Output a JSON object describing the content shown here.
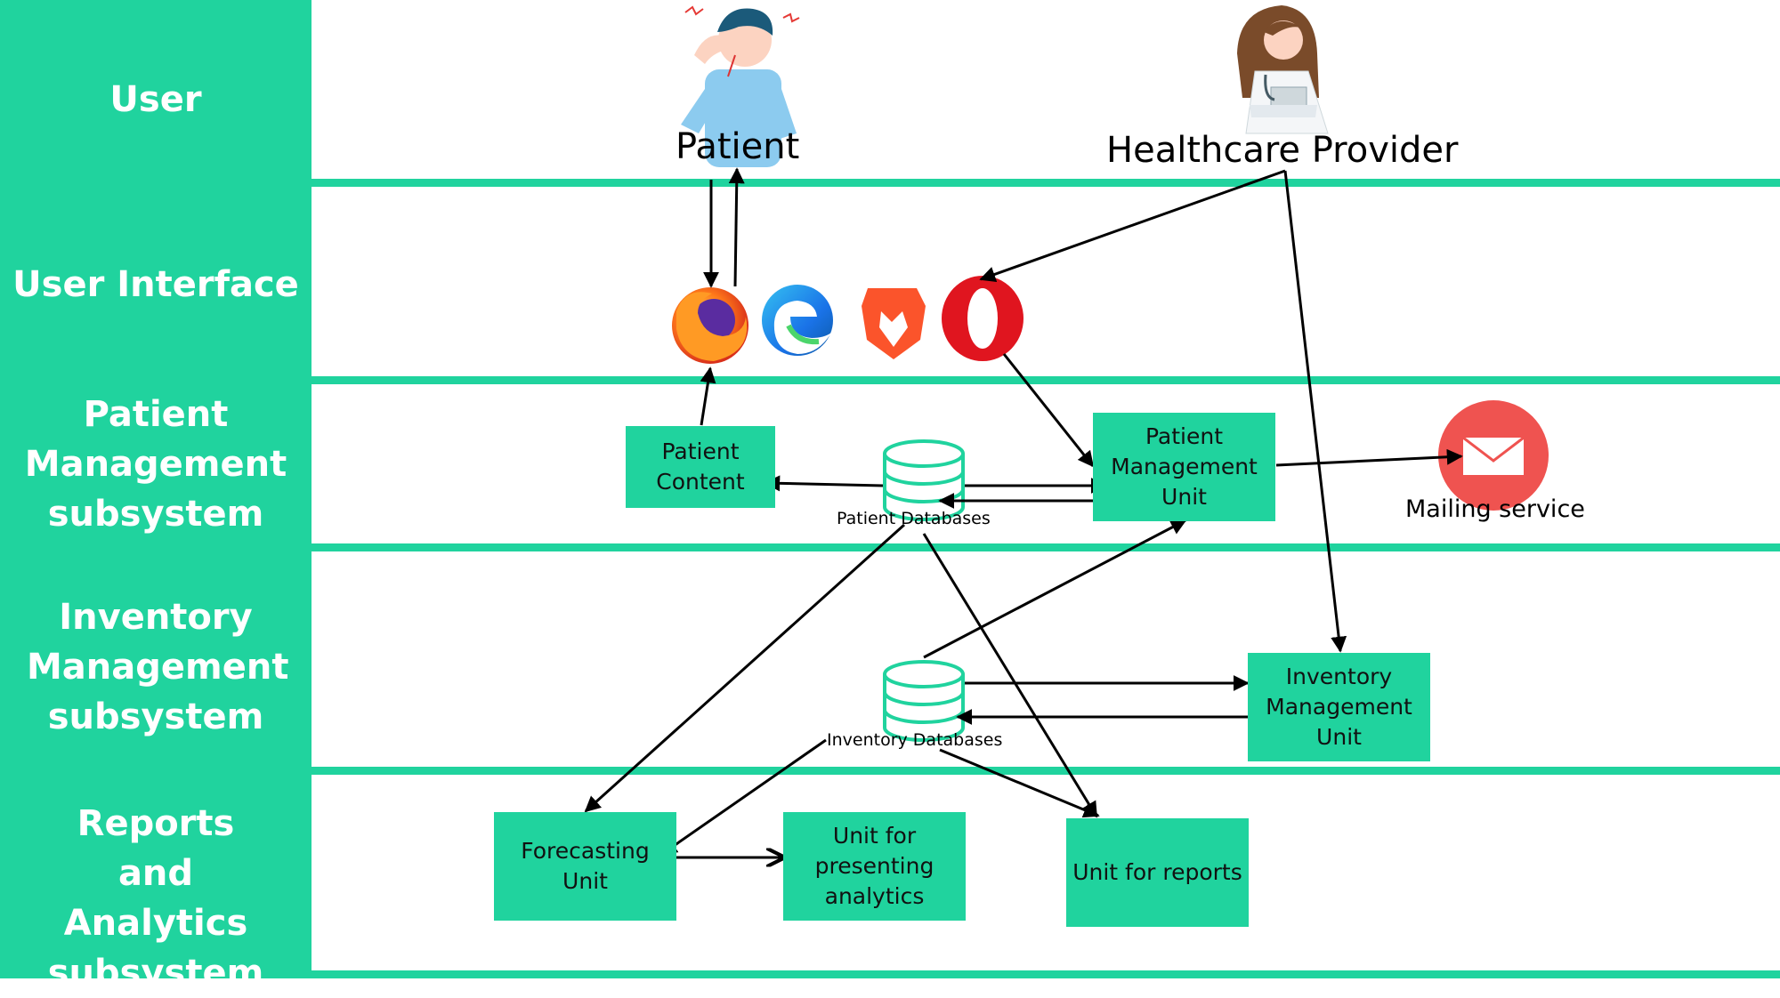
{
  "lanes": [
    {
      "label": "User"
    },
    {
      "label": "User Interface"
    },
    {
      "label": "Patient Management subsystem"
    },
    {
      "label": "Inventory Management subsystem"
    },
    {
      "label": "Reports and Analytics subsystem"
    }
  ],
  "actors": {
    "patient": "Patient",
    "provider": "Healthcare Provider"
  },
  "browsers": [
    "firefox-icon",
    "edge-icon",
    "brave-icon",
    "opera-icon"
  ],
  "nodes": {
    "patient_content": "Patient Content",
    "patient_mgmt_unit": "Patient Management Unit",
    "patient_databases": "Patient Databases",
    "mailing_service": "Mailing service",
    "inventory_databases": "Inventory Databases",
    "inventory_mgmt_unit": "Inventory Management Unit",
    "forecasting_unit": "Forecasting Unit",
    "presenting_unit": "Unit for presenting analytics",
    "reports_unit": "Unit for reports"
  },
  "colors": {
    "accent": "#20d39e",
    "mail": "#ef5350",
    "arrow": "#000000"
  }
}
